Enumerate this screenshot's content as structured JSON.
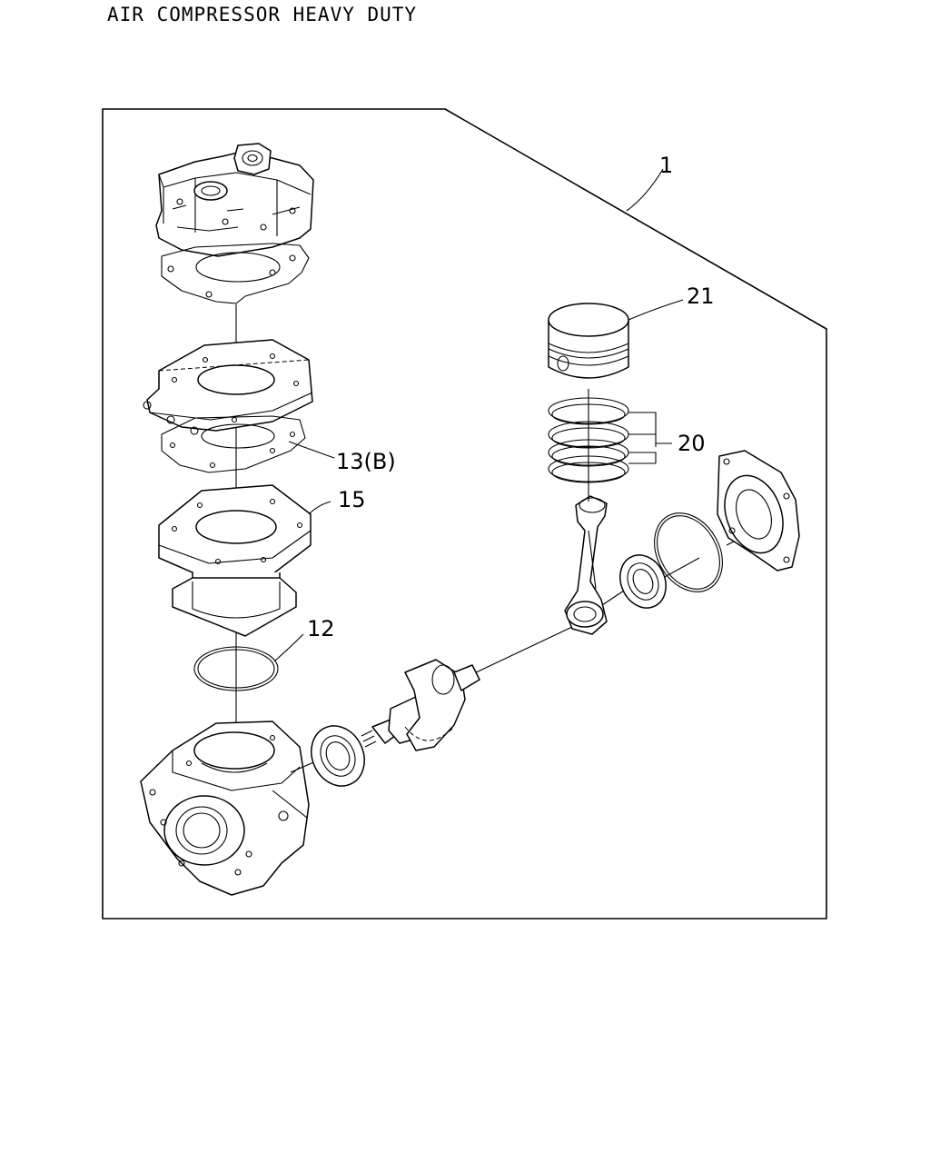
{
  "diagram": {
    "title": "AIR COMPRESSOR HEAVY DUTY",
    "callouts": {
      "assembly": "1",
      "piston": "21",
      "piston_rings": "20",
      "gasket_b": "13(B)",
      "cylinder": "15",
      "o_ring": "12"
    }
  }
}
